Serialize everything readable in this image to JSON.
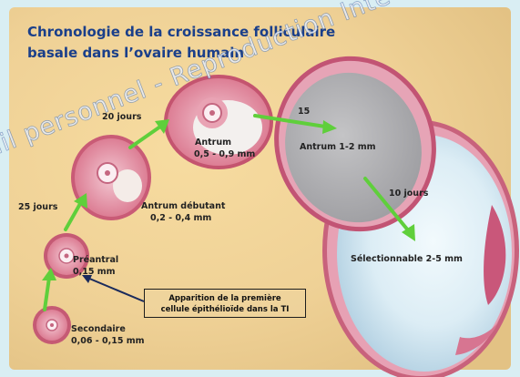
{
  "title_line1": "Chronologie de la croissance folliculaire",
  "title_line2": "basale dans l’ovaire humain",
  "stages": {
    "secondaire": {
      "name": "Secondaire",
      "size": "0,06 - 0,15 mm"
    },
    "preantral": {
      "name": "Préantral",
      "size": "0,15 mm"
    },
    "antrum_debutant": {
      "name": "Antrum débutant",
      "size": "0,2 - 0,4 mm"
    },
    "antrum": {
      "name": "Antrum",
      "size": "0,5 - 0,9 mm"
    },
    "antrum_large": {
      "name": "Antrum 1-2 mm"
    },
    "selectionnable": {
      "name": "Sélectionnable 2-5 mm"
    }
  },
  "durations": {
    "d25": "25 jours",
    "d20": "20 jours",
    "d15": "15",
    "d10": "10 jours"
  },
  "note": {
    "line1": "Apparition de la première",
    "line2": "cellule épithélioïde dans la TI"
  },
  "watermark": "ail personnel - Reproduction Inte"
}
